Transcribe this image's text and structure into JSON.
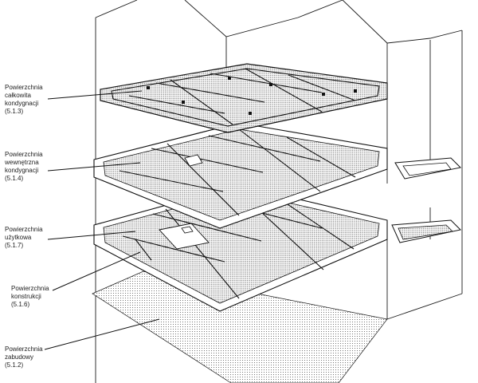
{
  "callouts": [
    {
      "id": "gross",
      "lines": [
        "Powierzchnia",
        "całkowita",
        "kondygnacji",
        "(5.1.3)"
      ]
    },
    {
      "id": "internal",
      "lines": [
        "Powierzchnia",
        "wewnętrzna",
        "kondygnacji",
        "(5.1.4)"
      ]
    },
    {
      "id": "usable",
      "lines": [
        "Powierzchnia",
        "użytkowa",
        "(5.1.7)"
      ]
    },
    {
      "id": "structure",
      "lines": [
        "Powierzchnia",
        "konstrukcji",
        "(5.1.6)"
      ]
    },
    {
      "id": "built",
      "lines": [
        "Powierzchnia",
        "zabudowy",
        "(5.1.2)"
      ]
    }
  ],
  "colors": {
    "ink": "#111111",
    "paper": "#ffffff",
    "stipple": "#555555"
  }
}
